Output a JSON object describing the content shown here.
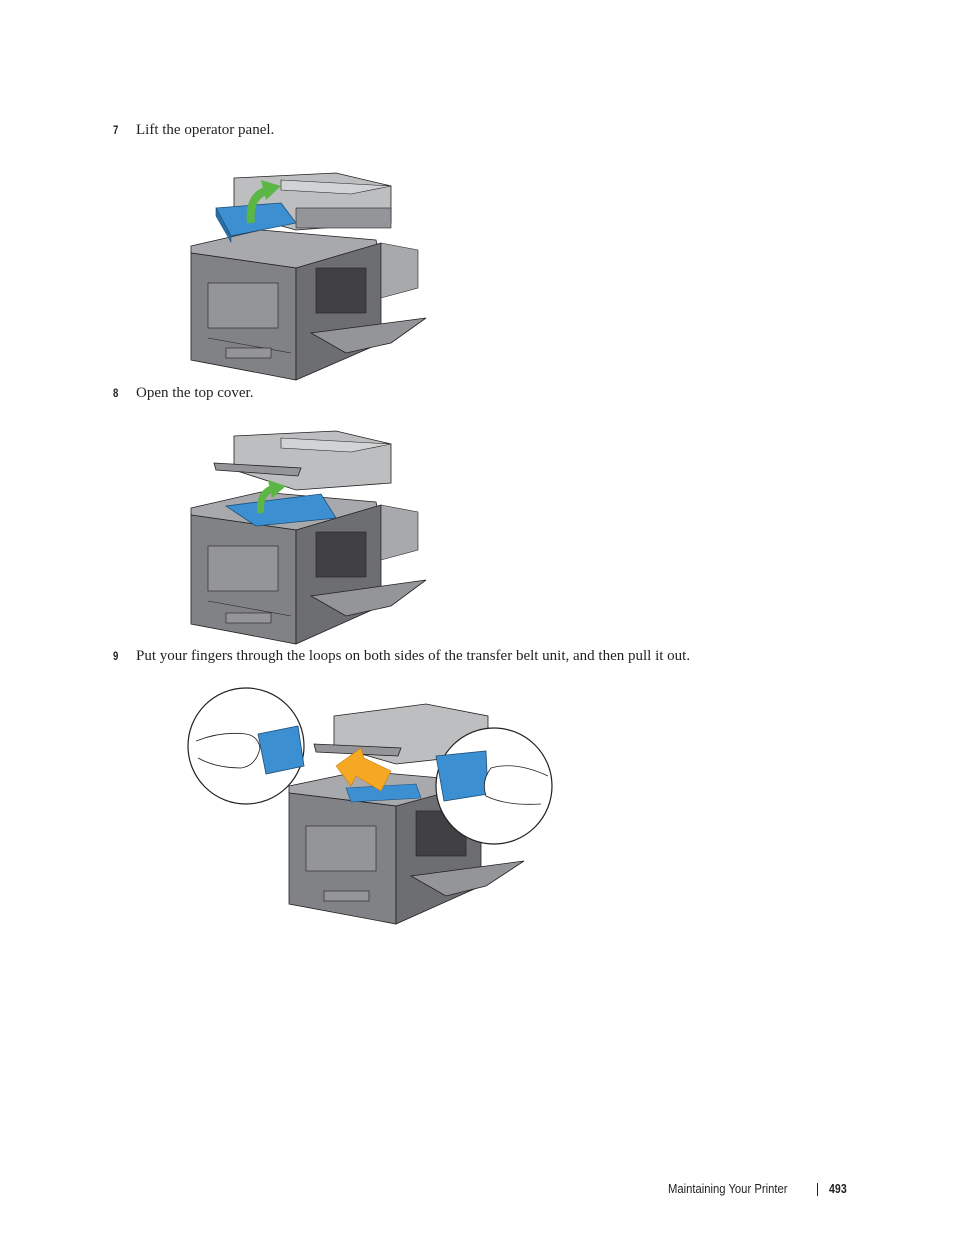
{
  "steps": [
    {
      "number": "7",
      "text": "Lift the operator panel."
    },
    {
      "number": "8",
      "text": "Open the top cover."
    },
    {
      "number": "9",
      "text": "Put your fingers through the loops on both sides of the transfer belt unit, and then pull it out."
    }
  ],
  "footer": {
    "section": "Maintaining Your Printer",
    "page_number": "493"
  },
  "colors": {
    "printer_gray": "#6d6e71",
    "highlight_blue": "#3c8fd0",
    "arrow_green": "#5cb646",
    "arrow_orange": "#f7a823"
  }
}
